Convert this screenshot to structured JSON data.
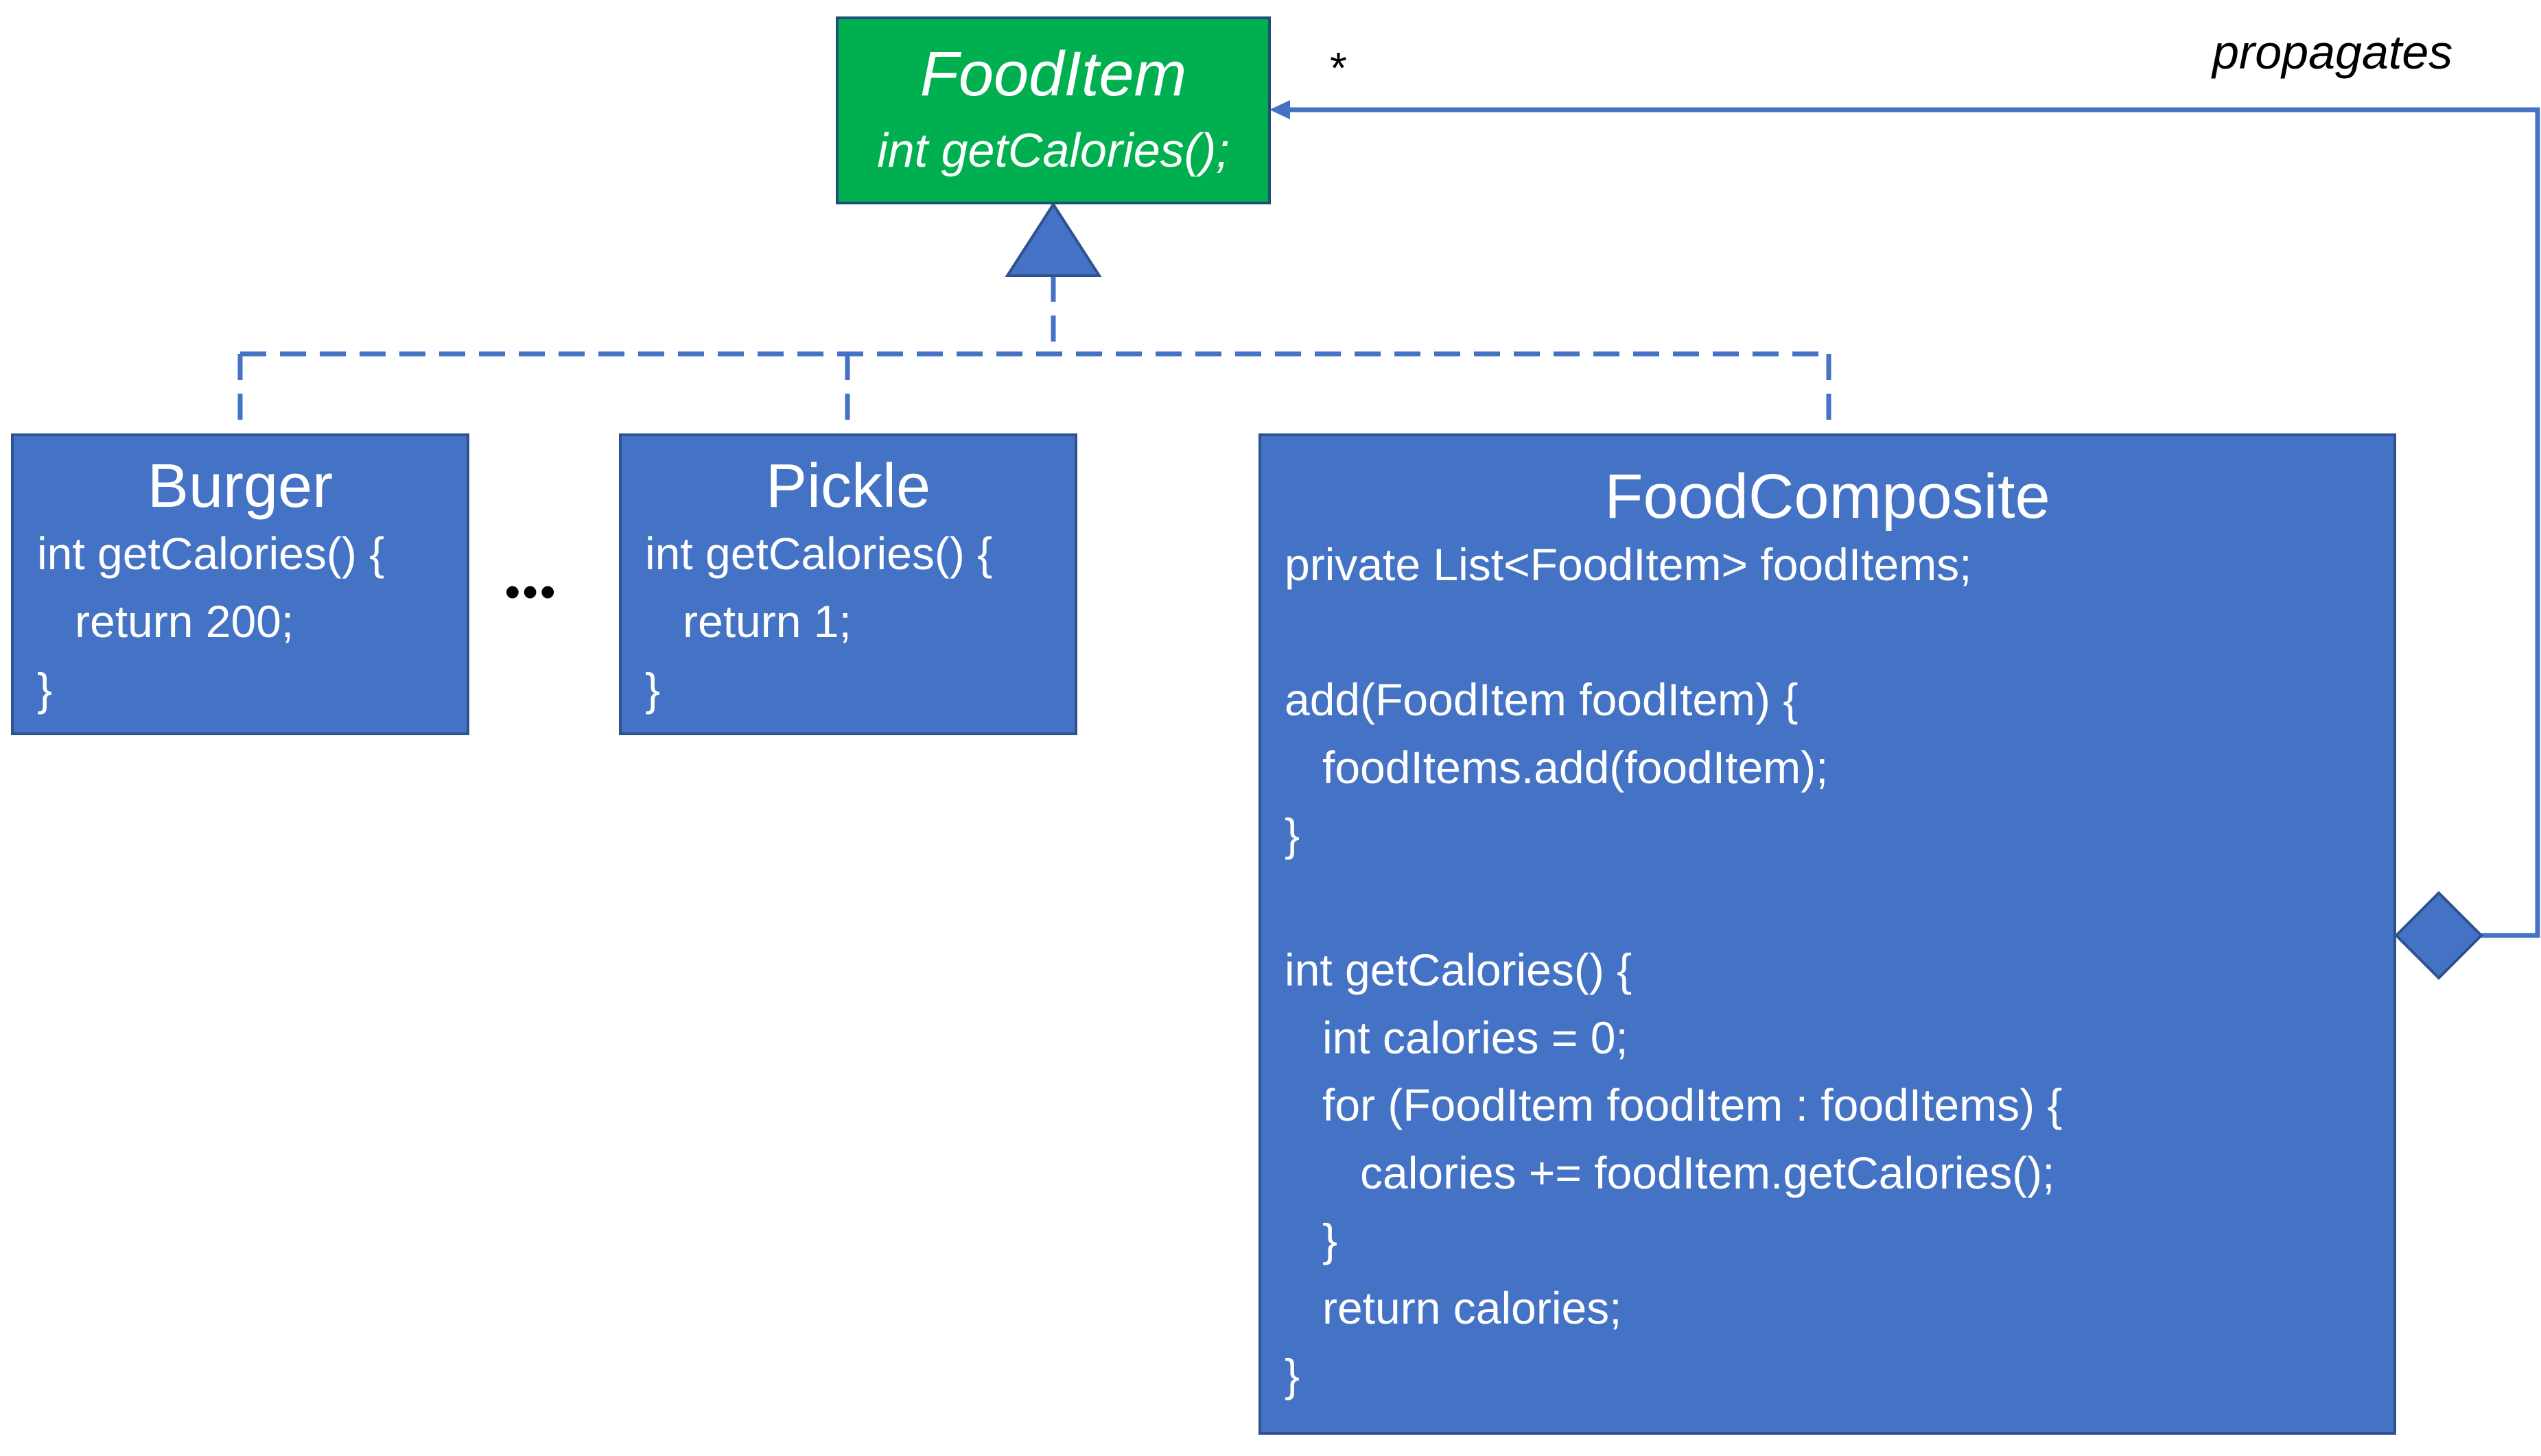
{
  "interface": {
    "name": "FoodItem",
    "method": "int getCalories();"
  },
  "classes": {
    "burger": {
      "name": "Burger",
      "code": "int getCalories() {\n   return 200;\n}"
    },
    "pickle": {
      "name": "Pickle",
      "code": "int getCalories() {\n   return 1;\n}"
    },
    "composite": {
      "name": "FoodComposite",
      "code": "private List<FoodItem> foodItems;\n\nadd(FoodItem foodItem) {\n   foodItems.add(foodItem);\n}\n\nint getCalories() {\n   int calories = 0;\n   for (FoodItem foodItem : foodItems) {\n      calories += foodItem.getCalories();\n   }\n   return calories;\n}"
    }
  },
  "ellipsis": "•••",
  "association": {
    "multiplicity": "*",
    "label": "propagates"
  },
  "colors": {
    "interface_fill": "#00B050",
    "class_fill": "#4472C4",
    "border": "#2F528F",
    "connector": "#4472C4",
    "text": "#FFFFFF"
  }
}
